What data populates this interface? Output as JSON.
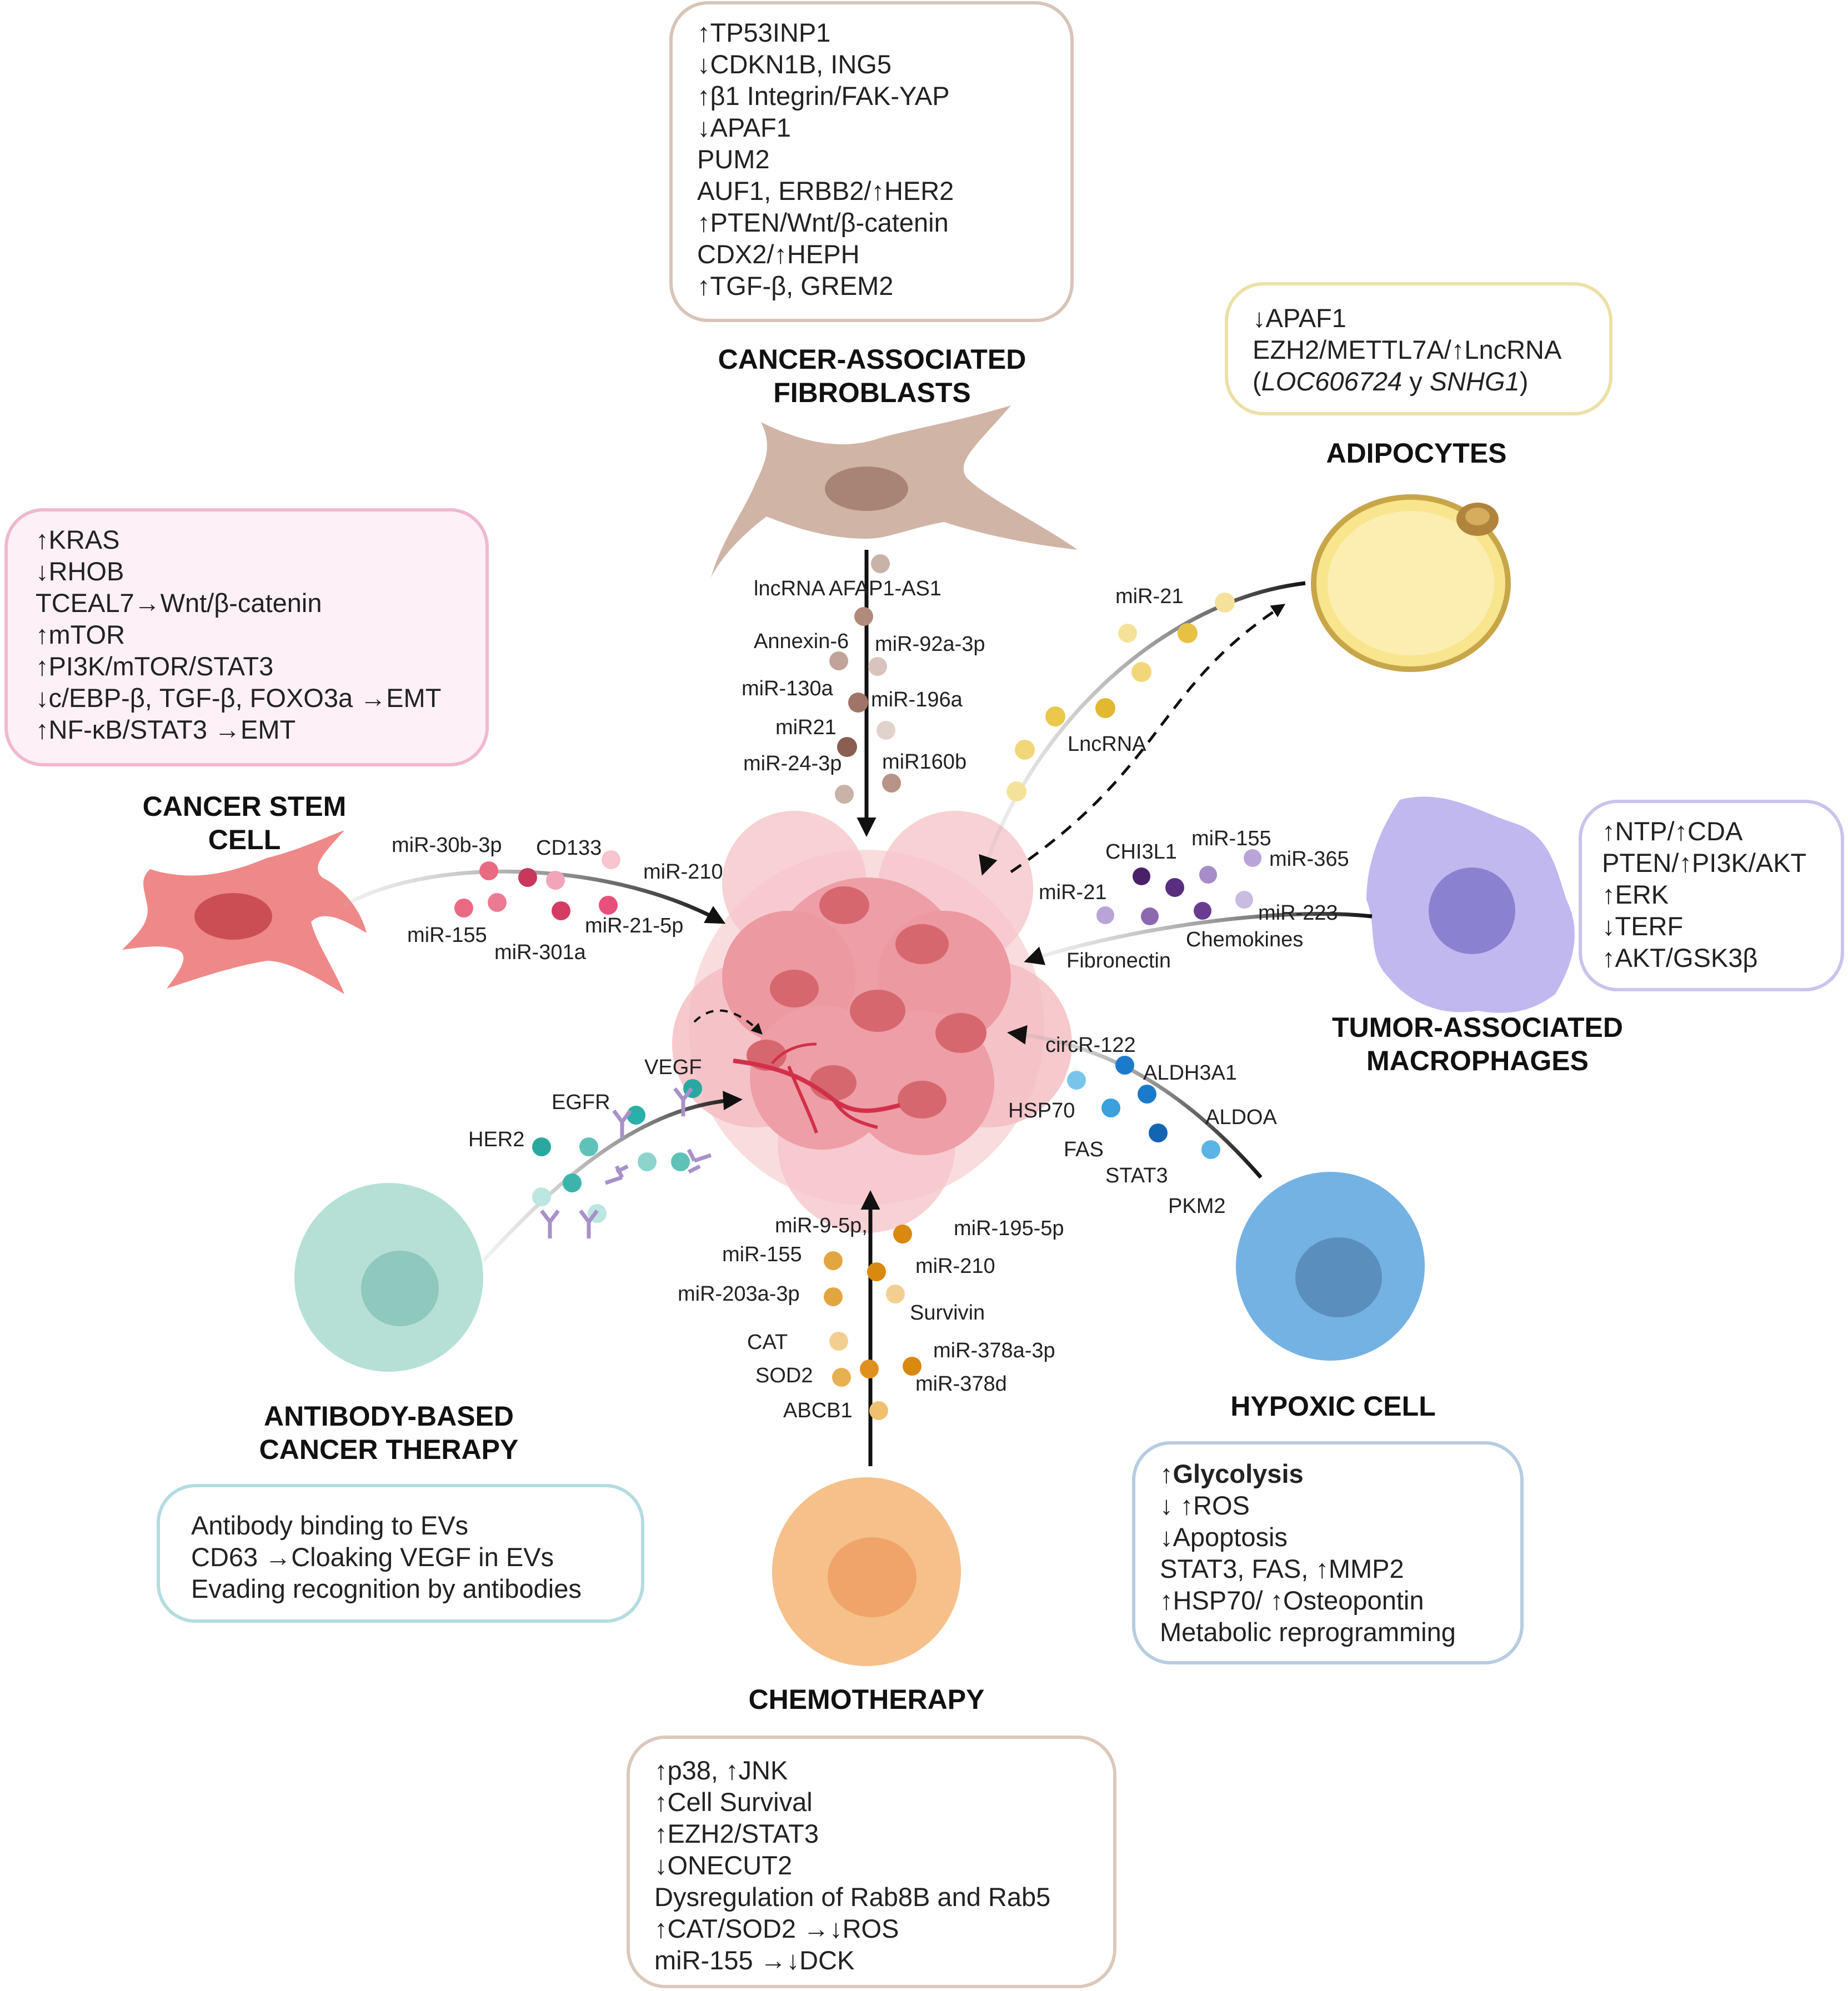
{
  "titles": {
    "caf": [
      "CANCER-ASSOCIATED",
      "FIBROBLASTS"
    ],
    "adipocytes": [
      "ADIPOCYTES"
    ],
    "csc": [
      "CANCER STEM",
      "CELL"
    ],
    "tam": [
      "TUMOR-ASSOCIATED",
      "MACROPHAGES"
    ],
    "antibody": [
      "ANTIBODY-BASED",
      "CANCER THERAPY"
    ],
    "hypoxic": [
      "HYPOXIC CELL"
    ],
    "chemo": [
      "CHEMOTHERAPY"
    ]
  },
  "boxes": {
    "caf": [
      "↑TP53INP1",
      "↓CDKN1B, ING5",
      "↑β1 Integrin/FAK-YAP",
      "↓APAF1",
      "PUM2",
      "AUF1, ERBB2/↑HER2",
      "↑PTEN/Wnt/β-catenin",
      "CDX2/↑HEPH",
      "↑TGF-β, GREM2"
    ],
    "adipocytes": {
      "line1": "↓APAF1",
      "line2": "EZH2/METTL7A/↑LncRNA",
      "line3_open": "(",
      "line3_gene1": "LOC606724",
      "line3_mid": " y ",
      "line3_gene2": "SNHG1",
      "line3_close": ")"
    },
    "csc": [
      "↑KRAS",
      "↓RHOB",
      "TCEAL7→Wnt/β-catenin",
      "↑mTOR",
      "↑PI3K/mTOR/STAT3",
      "↓c/EBP-β, TGF-β,  FOXO3a →EMT",
      "↑NF-κB/STAT3 →EMT"
    ],
    "tam": [
      "↑NTP/↑CDA",
      "PTEN/↑PI3K/AKT",
      "↑ERK",
      "↓TERF",
      "↑AKT/GSK3β"
    ],
    "antibody": [
      "Antibody binding to EVs",
      "CD63 →Cloaking VEGF in EVs",
      "Evading recognition by antibodies"
    ],
    "hypoxic": {
      "first_arrow": "↑",
      "first_bold": "Glycolysis",
      "lines": [
        "↓ ↑ROS",
        "↓Apoptosis",
        "STAT3, FAS, ↑MMP2",
        "↑HSP70/ ↑Osteopontin",
        "Metabolic reprogramming"
      ]
    },
    "chemo": [
      "↑p38, ↑JNK",
      "↑Cell Survival",
      "↑EZH2/STAT3",
      "↓ONECUT2",
      "Dysregulation of Rab8B and Rab5",
      "↑CAT/SOD2 →↓ROS",
      "miR-155 →↓DCK"
    ]
  },
  "labels": {
    "caf": [
      "lncRNA AFAP1-AS1",
      "Annexin-6",
      "miR-92a-3p",
      "miR-130a",
      "miR-196a",
      "miR21",
      "miR-24-3p",
      "miR160b"
    ],
    "adipocytes": [
      "miR-21",
      "LncRNA"
    ],
    "csc": [
      "miR-30b-3p",
      "CD133",
      "miR-210",
      "miR-155",
      "miR-301a",
      "miR-21-5p"
    ],
    "tam": [
      "CHI3L1",
      "miR-155",
      "miR-365",
      "miR-21",
      "miR-223",
      "Chemokines",
      "Fibronectin"
    ],
    "antibody": [
      "VEGF",
      "EGFR",
      "HER2"
    ],
    "hypoxic": [
      "circR-122",
      "ALDH3A1",
      "HSP70",
      "ALDOA",
      "FAS",
      "STAT3",
      "PKM2"
    ],
    "chemo": [
      "miR-9-5p,",
      "miR-195-5p",
      "miR-155",
      "miR-210",
      "miR-203a-3p",
      "Survivin",
      "CAT",
      "miR-378a-3p",
      "SOD2",
      "miR-378d",
      "ABCB1"
    ]
  },
  "colors": {
    "caf_border": "#d8c4b8",
    "adipo_border": "#ece0a8",
    "csc_border": "#f0b8d0",
    "tam_border": "#c8c4ec",
    "antibody_border": "#b4dce0",
    "hypoxic_border": "#b8cce0",
    "chemo_border": "#dcc8bc"
  }
}
